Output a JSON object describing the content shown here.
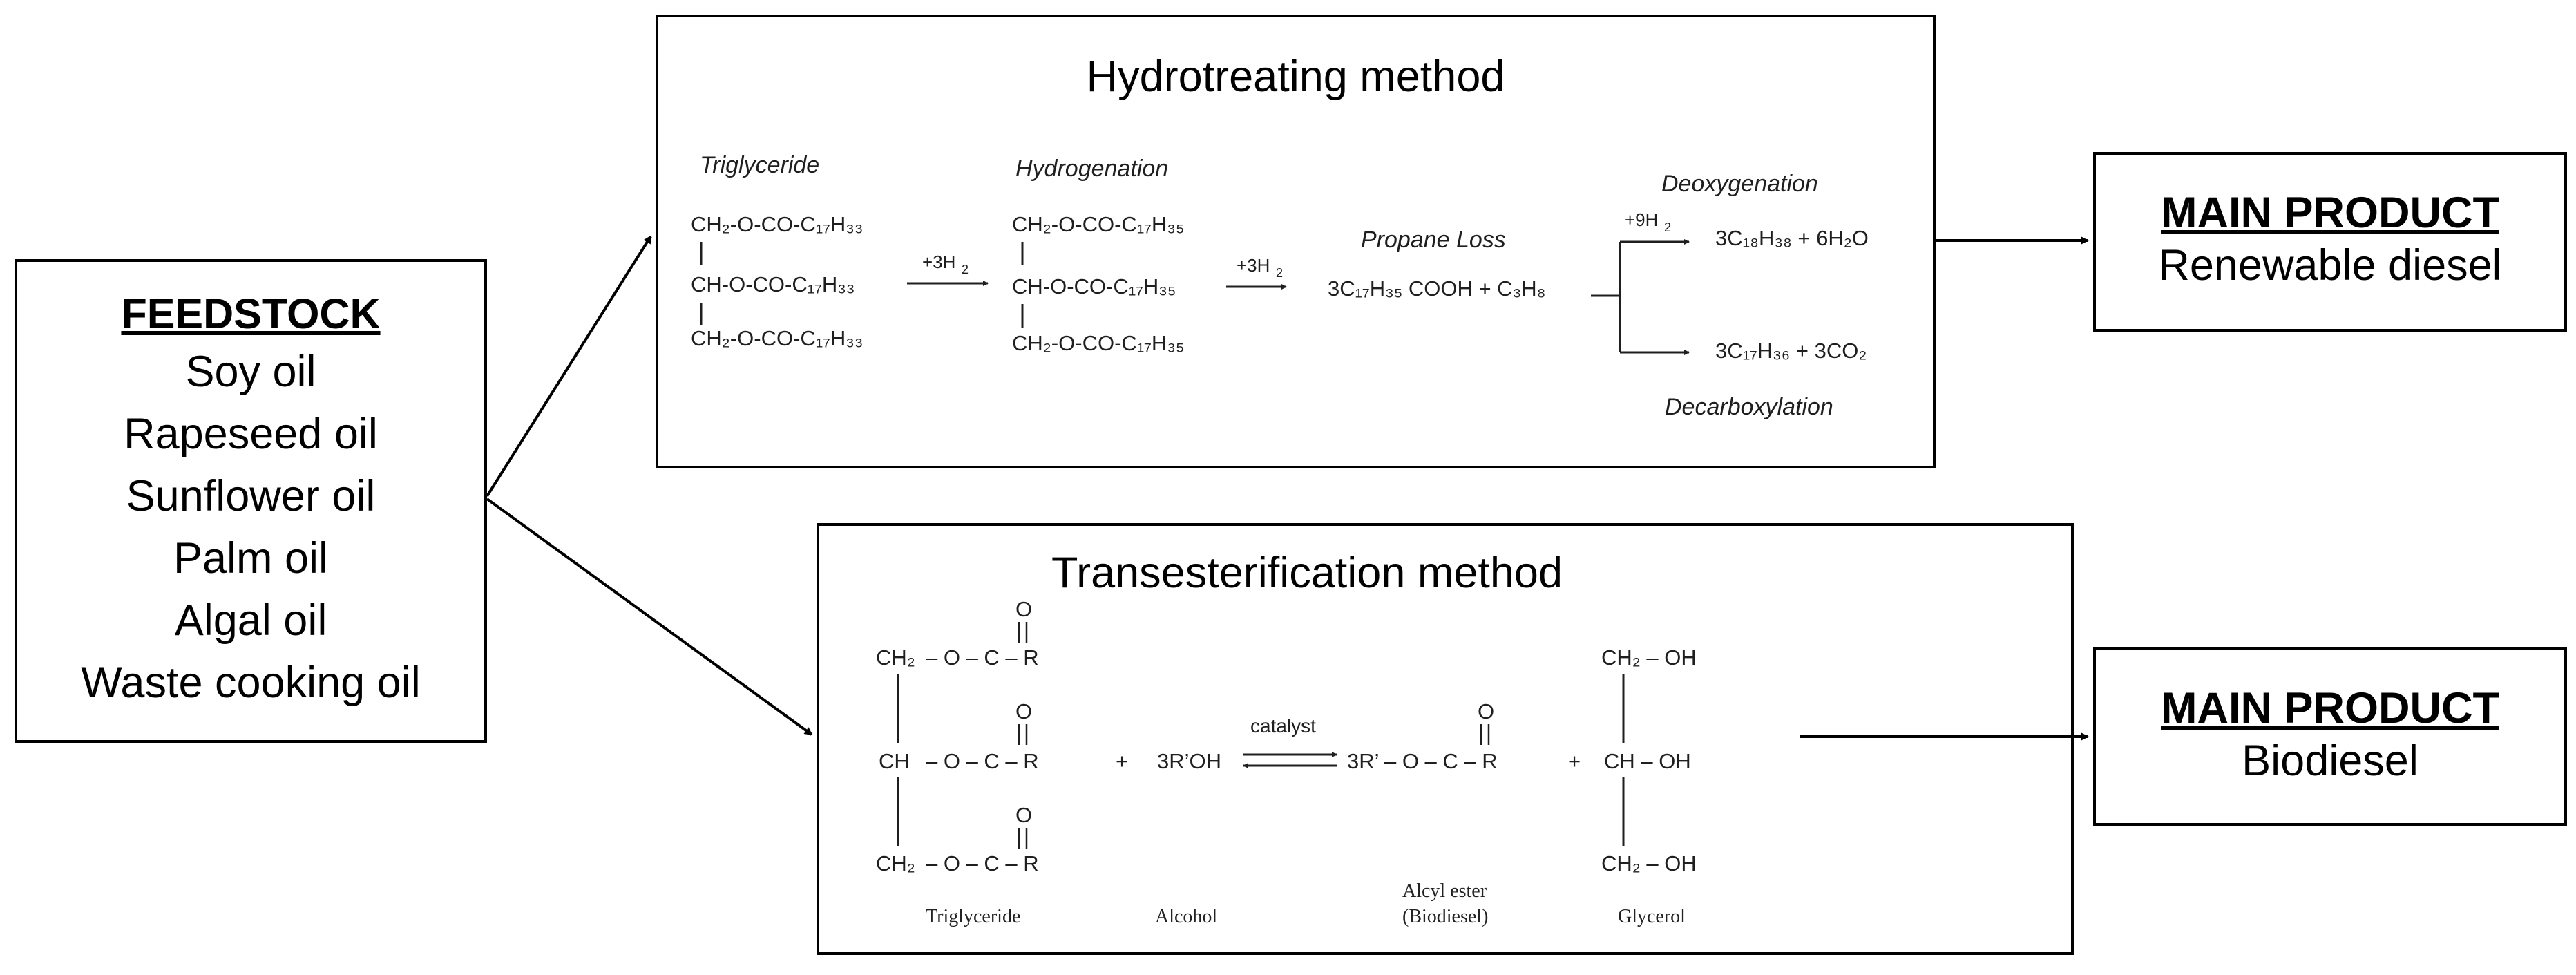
{
  "feedstock": {
    "title": "FEEDSTOCK",
    "items": [
      "Soy oil",
      "Rapeseed oil",
      "Sunflower oil",
      "Palm oil",
      "Algal oil",
      "Waste cooking oil"
    ]
  },
  "hydrotreating": {
    "title": "Hydrotreating method",
    "labels": {
      "triglyceride": "Triglyceride",
      "hydrogenation": "Hydrogenation",
      "propane_loss": "Propane Loss",
      "deoxygenation": "Deoxygenation",
      "decarboxylation": "Decarboxylation"
    },
    "reagents": {
      "h2_step1": "+3H",
      "h2_step2": "+3H",
      "h2_deoxy": "+9H"
    }
  },
  "transesterification": {
    "title": "Transesterification method",
    "catalyst": "catalyst",
    "labels": {
      "triglyceride": "Triglyceride",
      "alcohol": "Alcohol",
      "alkyl_ester_1": "Alcyl ester",
      "alkyl_ester_2": "(Biodiesel)",
      "glycerol": "Glycerol"
    }
  },
  "products": [
    {
      "title": "MAIN PRODUCT",
      "name": "Renewable diesel"
    },
    {
      "title": "MAIN PRODUCT",
      "name": "Biodiesel"
    }
  ]
}
